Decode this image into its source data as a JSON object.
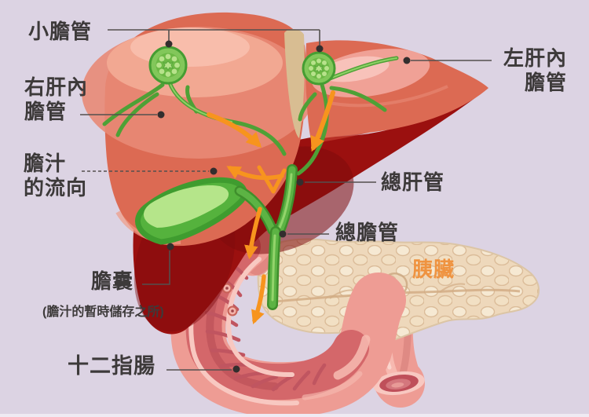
{
  "diagram": {
    "subject": "biliary-system-anatomy",
    "labels": {
      "small_bile_ducts": "小膽管",
      "right_intrahepatic_bile_ducts": [
        "右肝內",
        "膽管"
      ],
      "bile_flow_direction": [
        "膽汁",
        "的流向"
      ],
      "gallbladder": "膽囊",
      "gallbladder_note": "(膽汁的暫時儲存之所)",
      "duodenum": "十二指腸",
      "left_intrahepatic_bile_ducts": [
        "左肝內",
        "膽管"
      ],
      "common_hepatic_duct": "總肝管",
      "common_bile_duct": "總膽管",
      "pancreas": "胰臟"
    },
    "colors": {
      "background": "#dcd3e3",
      "liver_light_red": "#dc6a53",
      "liver_dark_red": "#9b100f",
      "duct_green": "#5cb344",
      "gallbladder_green": "#55b23d",
      "arrow_orange": "#f7941e",
      "pancreas_beige": "#eed8bb",
      "duodenum_pink": "#ee9c94",
      "duodenum_cut_red": "#d4676a",
      "label_text": "#3d3a3a",
      "pancreas_label_orange": "#ef9340"
    }
  }
}
